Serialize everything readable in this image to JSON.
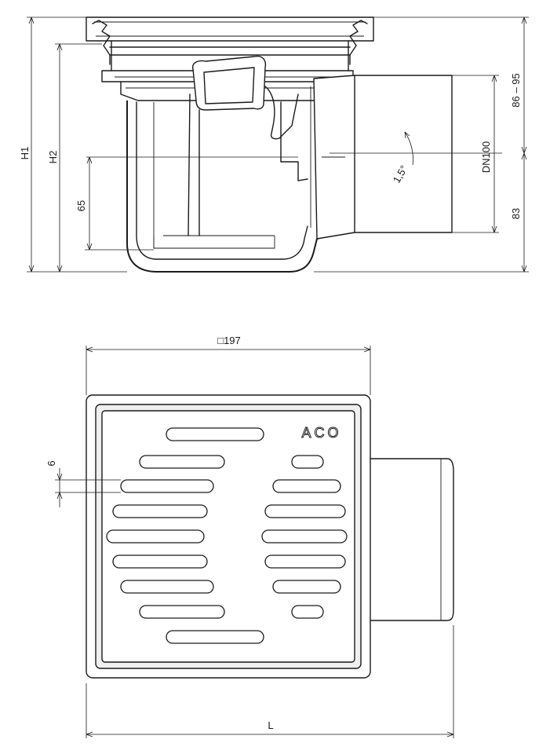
{
  "side_view": {
    "labels": {
      "h1": "H1",
      "h2": "H2",
      "h65": "65",
      "range_86_95": "86 – 95",
      "dn100": "DN100",
      "h83": "83",
      "angle": "1,5°"
    }
  },
  "top_view": {
    "labels": {
      "width": "□197",
      "slot_width": "6",
      "length": "L"
    },
    "brand": "ACO"
  }
}
